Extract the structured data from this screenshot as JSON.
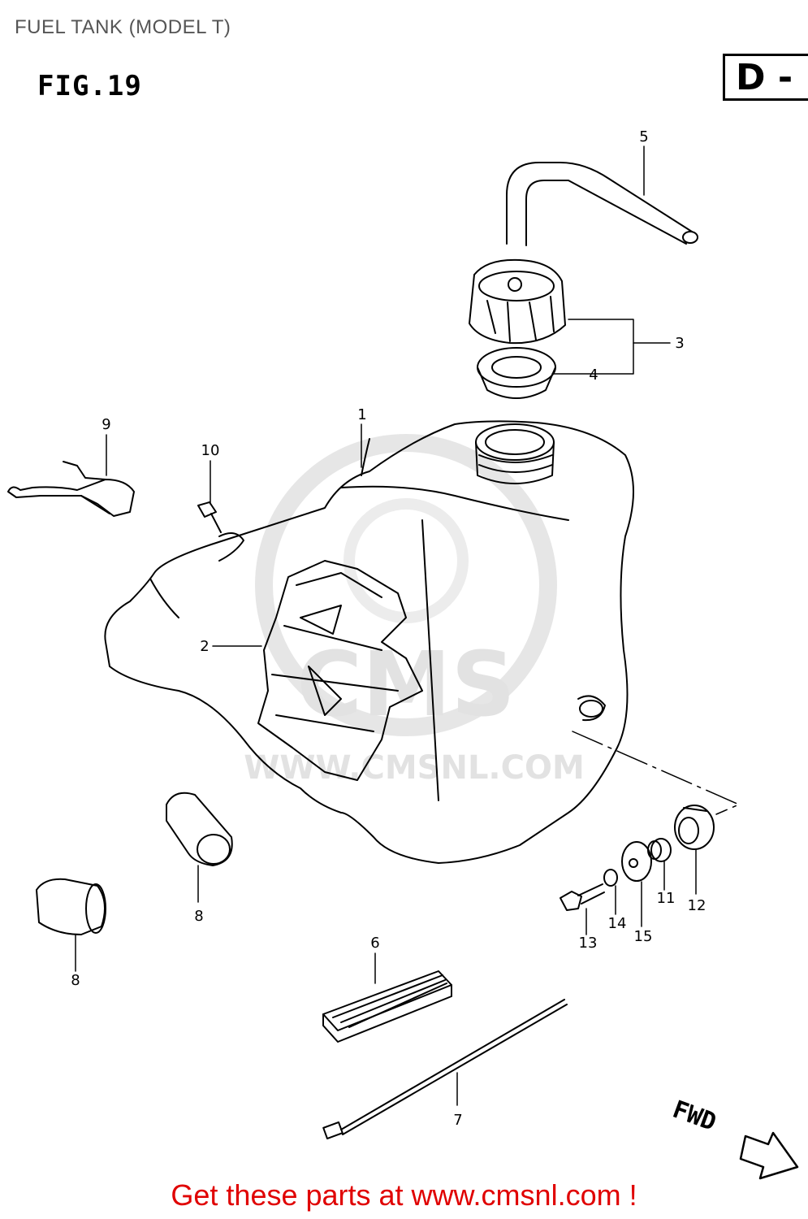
{
  "page": {
    "title": "FUEL TANK (MODEL T)",
    "figure": "FIG.19",
    "section_code": "D -"
  },
  "callouts": [
    "1",
    "2",
    "3",
    "4",
    "5",
    "6",
    "7",
    "8",
    "8",
    "9",
    "10",
    "11",
    "12",
    "13",
    "14",
    "15"
  ],
  "direction_label": "FWD",
  "watermark": {
    "logo_letters": "CMS",
    "url": "WWW.CMSNL.COM"
  },
  "footer": {
    "cta": "Get these parts at www.cmsnl.com !",
    "color": "#e00000"
  }
}
